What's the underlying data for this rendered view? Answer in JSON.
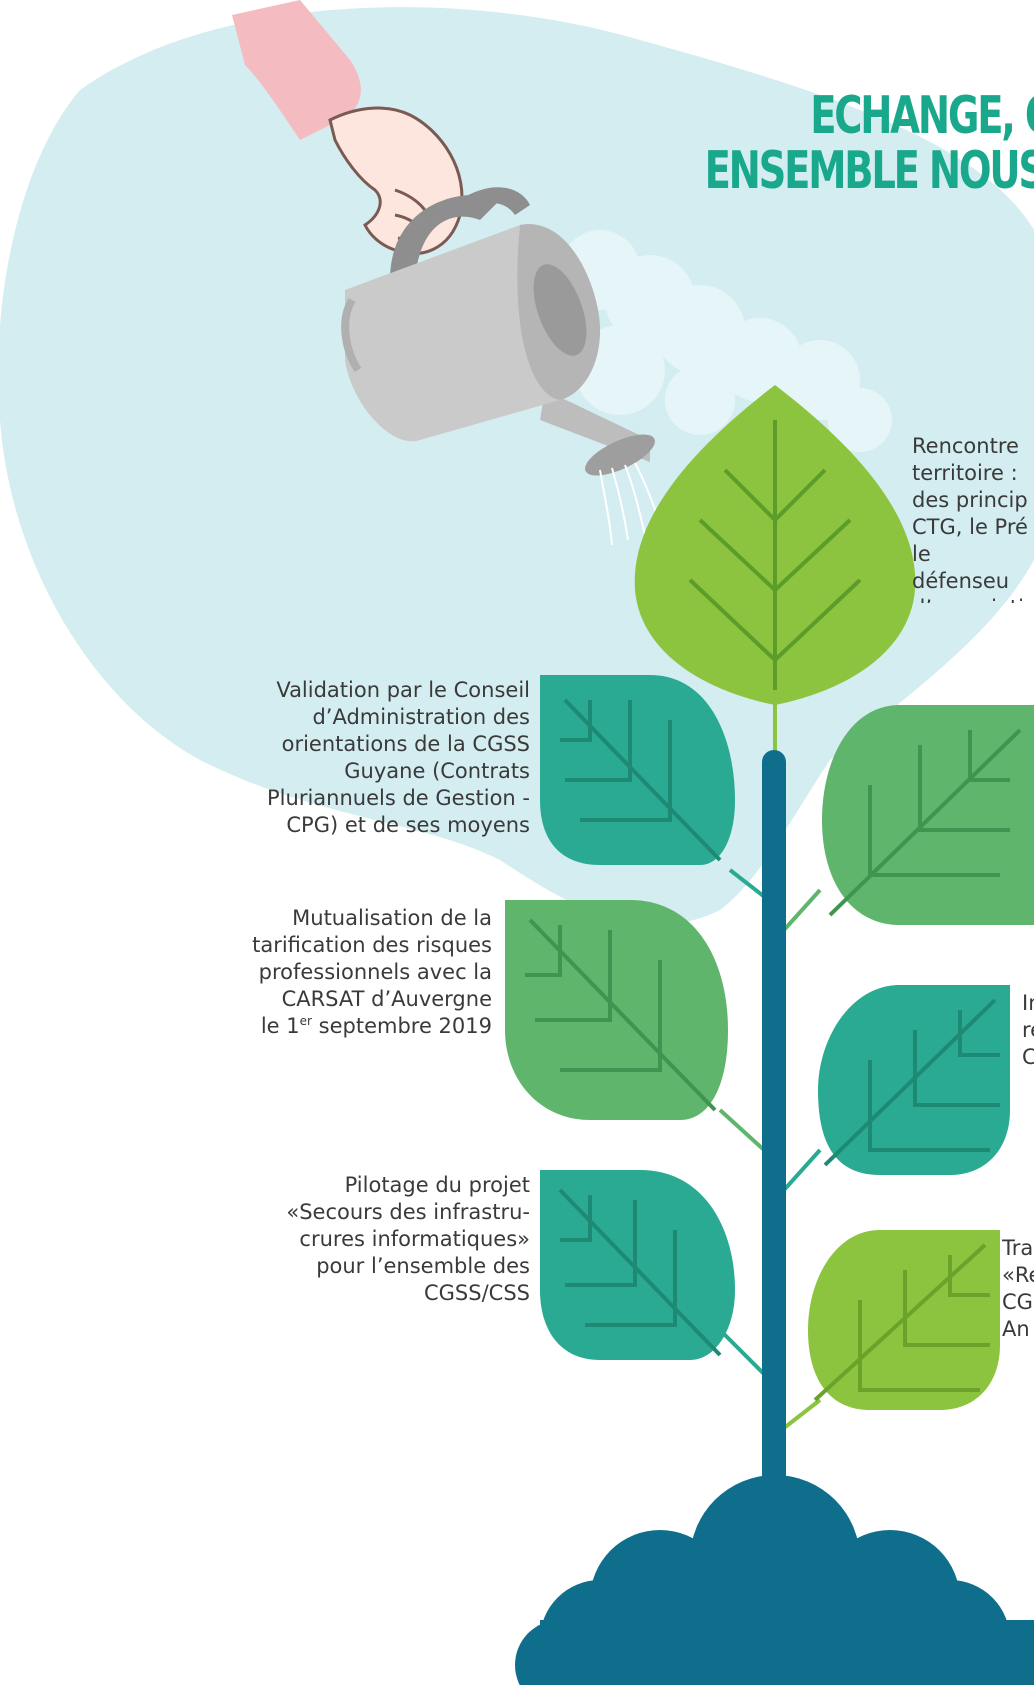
{
  "title": {
    "line1": "ECHANGE, OUVERTURE",
    "line2": "ENSEMBLE NOUS SOMMES"
  },
  "milestones_left": [
    {
      "text": "Validation par le Conseil\nd’Administration des\norientations de la CGSS\nGuyane (Contrats\nPluriannuels de Gestion -\nCPG) et de ses moyens"
    },
    {
      "text_prefix": "Mutualisation de la\ntarification des risques\nprofessionnels avec la\nCARSAT d’Auvergne\nle 1",
      "text_sup": "er",
      "text_suffix": " septembre 2019"
    },
    {
      "text": "Pilotage du projet\n«Secours des infrastru-\ncrures informatiques»\npour l’ensemble des\nCGSS/CSS"
    }
  ],
  "milestones_right": [
    {
      "text": "Rencontre\nterritoire :\ndes princip\nCTG, le Pré\nle défenseu\nd’associatio"
    },
    {
      "text": "In\nre\nC"
    },
    {
      "text": "Tra\n«Re\nCG\nAn"
    }
  ],
  "colors": {
    "sky": "#cfecef",
    "title": "#1aa88d",
    "stem": "#0e6e8c",
    "leaf_light": "#8cc43f",
    "leaf_teal": "#2aaa93",
    "leaf_mid": "#5fb56c",
    "can": "#c9c9c9",
    "sleeve": "#f4bcc1",
    "hand": "#fde6dd"
  },
  "icons": [
    "watering-can-icon",
    "hand-icon",
    "leaf-icon",
    "plant-stem-icon",
    "soil-icon",
    "cloud-icon"
  ]
}
